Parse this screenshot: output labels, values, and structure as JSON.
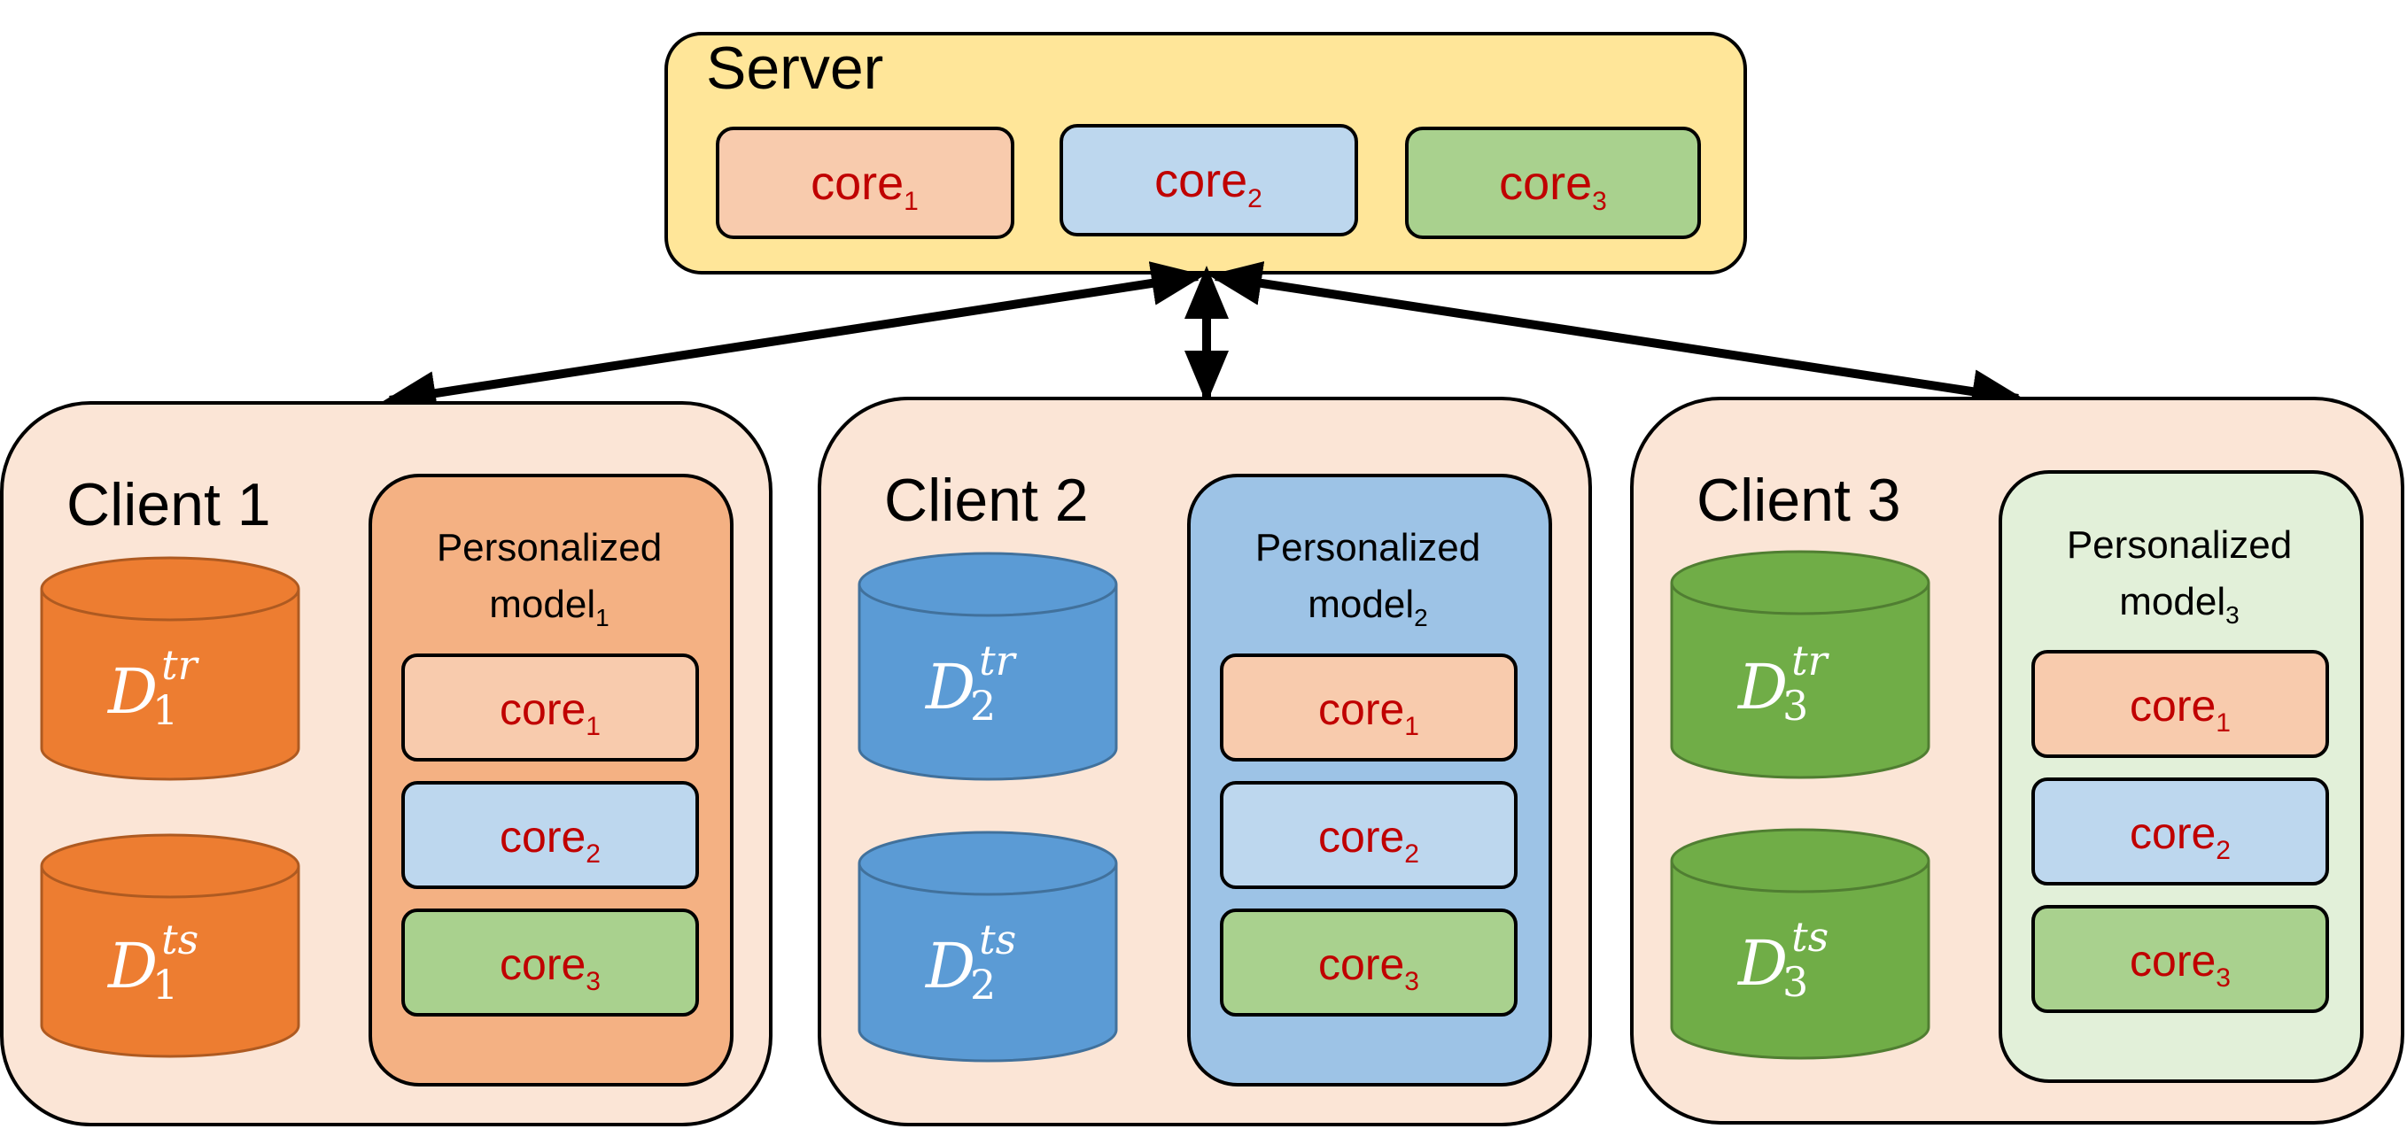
{
  "server": {
    "title": "Server",
    "cores": [
      {
        "base": "core",
        "index": "1"
      },
      {
        "base": "core",
        "index": "2"
      },
      {
        "base": "core",
        "index": "3"
      }
    ]
  },
  "clients": [
    {
      "title": "Client 1",
      "datasets": [
        {
          "symbol": "D",
          "sub": "1",
          "sup": "tr"
        },
        {
          "symbol": "D",
          "sub": "1",
          "sup": "ts"
        }
      ],
      "model": {
        "line1": "Personalized",
        "line2_base": "model",
        "line2_index": "1"
      },
      "cores": [
        {
          "base": "core",
          "index": "1"
        },
        {
          "base": "core",
          "index": "2"
        },
        {
          "base": "core",
          "index": "3"
        }
      ]
    },
    {
      "title": "Client 2",
      "datasets": [
        {
          "symbol": "D",
          "sub": "2",
          "sup": "tr"
        },
        {
          "symbol": "D",
          "sub": "2",
          "sup": "ts"
        }
      ],
      "model": {
        "line1": "Personalized",
        "line2_base": "model",
        "line2_index": "2"
      },
      "cores": [
        {
          "base": "core",
          "index": "1"
        },
        {
          "base": "core",
          "index": "2"
        },
        {
          "base": "core",
          "index": "3"
        }
      ]
    },
    {
      "title": "Client 3",
      "datasets": [
        {
          "symbol": "D",
          "sub": "3",
          "sup": "tr"
        },
        {
          "symbol": "D",
          "sub": "3",
          "sup": "ts"
        }
      ],
      "model": {
        "line1": "Personalized",
        "line2_base": "model",
        "line2_index": "3"
      },
      "cores": [
        {
          "base": "core",
          "index": "1"
        },
        {
          "base": "core",
          "index": "2"
        },
        {
          "base": "core",
          "index": "3"
        }
      ]
    }
  ],
  "colors": {
    "server_fill": "#ffe699",
    "client_fill": "#fbe5d6",
    "core1_fill": "#f8cbad",
    "core2_fill": "#bdd7ee",
    "core3_fill": "#a9d18e",
    "core_text": "#c00000",
    "client1_db": "#ed7d31",
    "client1_db_edge": "#ae5a21",
    "client2_db": "#5b9bd5",
    "client2_db_edge": "#41719c",
    "client3_db": "#70ad47",
    "client3_db_edge": "#507e32",
    "client1_model_fill": "#f4b183",
    "client2_model_fill": "#9dc3e6",
    "client3_model_fill": "#e2f0d9",
    "stroke": "#000000"
  },
  "icons": {
    "dataset": "database-cylinder-icon",
    "link": "bidirectional-arrow-icon"
  }
}
